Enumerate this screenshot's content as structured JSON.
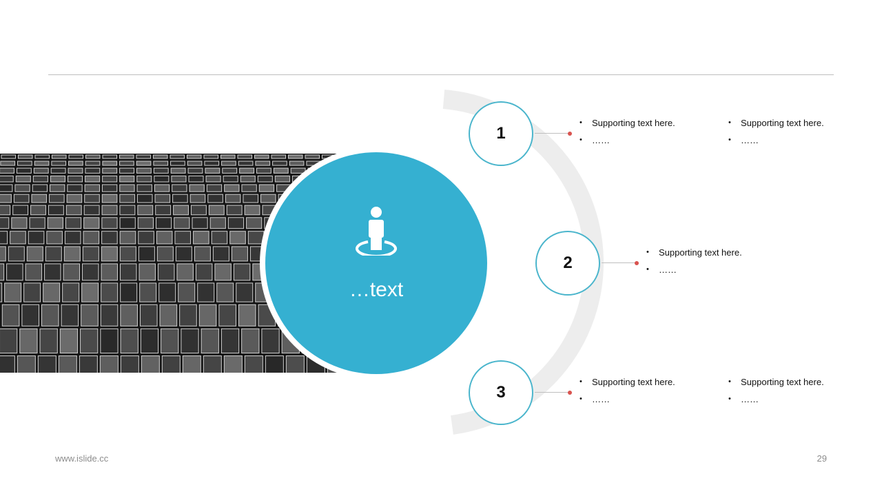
{
  "center": {
    "label": "…text",
    "icon": "person-pin-icon"
  },
  "nodes": [
    {
      "number": "1",
      "items": [
        [
          "Supporting text here.",
          "……"
        ],
        [
          "Supporting text here.",
          "……"
        ]
      ]
    },
    {
      "number": "2",
      "items": [
        [
          "Supporting text here.",
          "……"
        ]
      ]
    },
    {
      "number": "3",
      "items": [
        [
          "Supporting text here.",
          "……"
        ],
        [
          "Supporting text here.",
          "……"
        ]
      ]
    }
  ],
  "footer": {
    "url": "www.islide.cc",
    "page": "29"
  },
  "colors": {
    "accent": "#35b0d1",
    "ring": "#4ab5cc",
    "dot": "#d9534f",
    "arc": "#ededed"
  }
}
